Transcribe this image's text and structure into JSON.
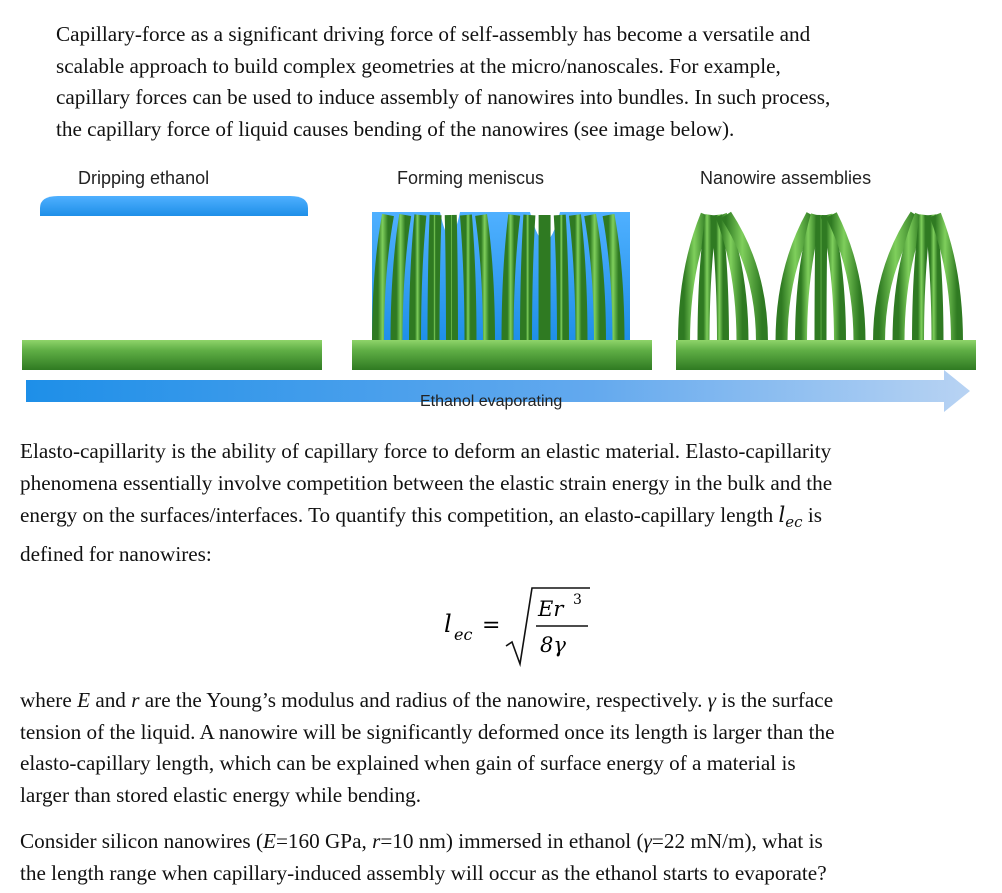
{
  "intro": {
    "lines": [
      "Capillary-force as a significant driving force of self-assembly has become a versatile and",
      "scalable approach to build complex geometries at the micro/nanoscales. For example,",
      "capillary forces can be used to induce assembly of nanowires into bundles. In such process,",
      "the capillary force of liquid causes bending of the nanowires (see image below)."
    ]
  },
  "figure": {
    "panel_labels": [
      "Dripping ethanol",
      "Forming meniscus",
      "Nanowire assemblies"
    ],
    "arrow_label": "Ethanol evaporating",
    "colors": {
      "wire_green": "#5fae45",
      "wire_dark": "#2f7a22",
      "ethanol_blue": "#1e8fe8",
      "arrow_blue": "#2a8fe6"
    }
  },
  "definition": {
    "line1": "Elasto-capillarity is the ability of capillary force to deform an elastic material. Elasto-capillarity",
    "line2": "phenomena essentially involve competition between the elastic strain energy in the bulk and the",
    "line3_pre": "energy on the surfaces/interfaces. To quantify this competition, an elasto-capillary length ",
    "symbol_l": "l",
    "symbol_ec": "ec",
    "line3_post": " is",
    "line4": "defined for nanowires:"
  },
  "equation": {
    "lhs_l": "l",
    "lhs_sub": "ec",
    "equals": "=",
    "numerator": "Er",
    "exponent": "3",
    "denominator": "8γ"
  },
  "explanation": {
    "l1_a": "where ",
    "E": "E",
    "l1_b": " and ",
    "r": "r",
    "l1_c": " are the Young’s modulus and radius of the nanowire, respectively. ",
    "gamma": "γ",
    "l1_d": " is the surface",
    "line2": "tension of the liquid. A nanowire will be significantly deformed once its length is larger than the",
    "line3": "elasto-capillary length, which can be explained when gain of surface energy of a material is",
    "line4": "larger than stored elastic energy while bending."
  },
  "question": {
    "q1_a": "Consider silicon nanowires (",
    "E": "E",
    "q1_b": "=160 GPa, ",
    "r": "r",
    "q1_c": "=10 nm) immersed in ethanol (",
    "gamma": "γ",
    "q1_d": "=22 mN/m), what is",
    "line2": "the length range when capillary-induced assembly will occur as the ethanol starts to evaporate?"
  }
}
